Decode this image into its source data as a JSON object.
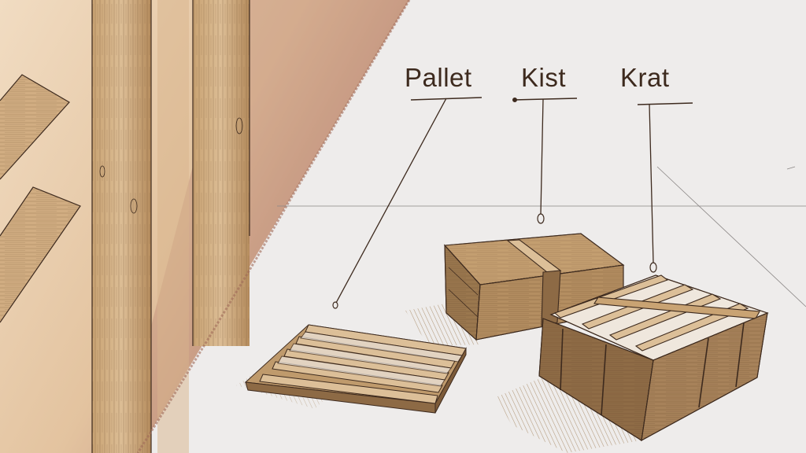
{
  "labels": {
    "pallet": "Pallet",
    "kist": "Kist",
    "krat": "Krat"
  },
  "colors": {
    "background": "#eeeceb",
    "ink": "#3d2a1e",
    "wood_light": "#d6b78f",
    "wood_mid": "#c09a6c",
    "wood_dark": "#8d6a45",
    "wall_warm": "#e9cda9",
    "wall_shadow": "#b07f68"
  }
}
